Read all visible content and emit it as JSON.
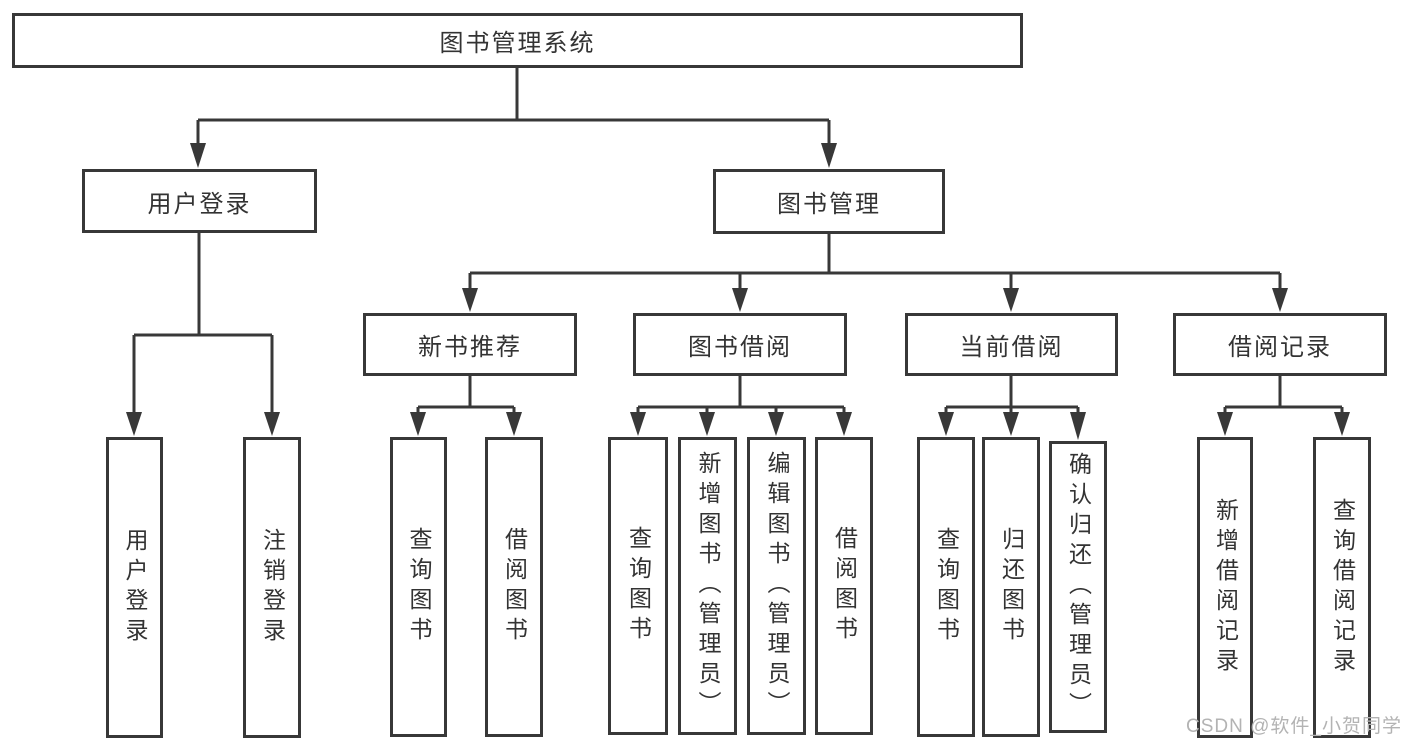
{
  "diagram": {
    "type": "hierarchy",
    "title": "图书管理系统",
    "line_color": "#383838",
    "text_color": "#333333",
    "nodes": {
      "root": {
        "label": "图书管理系统"
      },
      "user_login": {
        "label": "用户登录"
      },
      "book_mgmt": {
        "label": "图书管理"
      },
      "new_book_rec": {
        "label": "新书推荐"
      },
      "book_borrow": {
        "label": "图书借阅"
      },
      "current_borrow": {
        "label": "当前借阅"
      },
      "borrow_record": {
        "label": "借阅记录"
      },
      "leaf_user_login": {
        "label": "用户登录"
      },
      "leaf_logout": {
        "label": "注销登录"
      },
      "leaf_query_book_1": {
        "label": "查询图书"
      },
      "leaf_borrow_book_1": {
        "label": "借阅图书"
      },
      "leaf_query_book_2": {
        "label": "查询图书"
      },
      "leaf_add_book": {
        "label": "新增图书（管理员）"
      },
      "leaf_edit_book": {
        "label": "编辑图书（管理员）"
      },
      "leaf_borrow_book_2": {
        "label": "借阅图书"
      },
      "leaf_query_book_3": {
        "label": "查询图书"
      },
      "leaf_return_book": {
        "label": "归还图书"
      },
      "leaf_confirm_return": {
        "label": "确认归还（管理员）"
      },
      "leaf_add_record": {
        "label": "新增借阅记录"
      },
      "leaf_query_record": {
        "label": "查询借阅记录"
      }
    },
    "edges": [
      [
        "图书管理系统",
        "用户登录"
      ],
      [
        "图书管理系统",
        "图书管理"
      ],
      [
        "用户登录",
        "用户登录"
      ],
      [
        "用户登录",
        "注销登录"
      ],
      [
        "图书管理",
        "新书推荐"
      ],
      [
        "图书管理",
        "图书借阅"
      ],
      [
        "图书管理",
        "当前借阅"
      ],
      [
        "图书管理",
        "借阅记录"
      ],
      [
        "新书推荐",
        "查询图书"
      ],
      [
        "新书推荐",
        "借阅图书"
      ],
      [
        "图书借阅",
        "查询图书"
      ],
      [
        "图书借阅",
        "新增图书（管理员）"
      ],
      [
        "图书借阅",
        "编辑图书（管理员）"
      ],
      [
        "图书借阅",
        "借阅图书"
      ],
      [
        "当前借阅",
        "查询图书"
      ],
      [
        "当前借阅",
        "归还图书"
      ],
      [
        "当前借阅",
        "确认归还（管理员）"
      ],
      [
        "借阅记录",
        "新增借阅记录"
      ],
      [
        "借阅记录",
        "查询借阅记录"
      ]
    ]
  },
  "watermark": {
    "text": "CSDN @软件_小贺同学"
  }
}
